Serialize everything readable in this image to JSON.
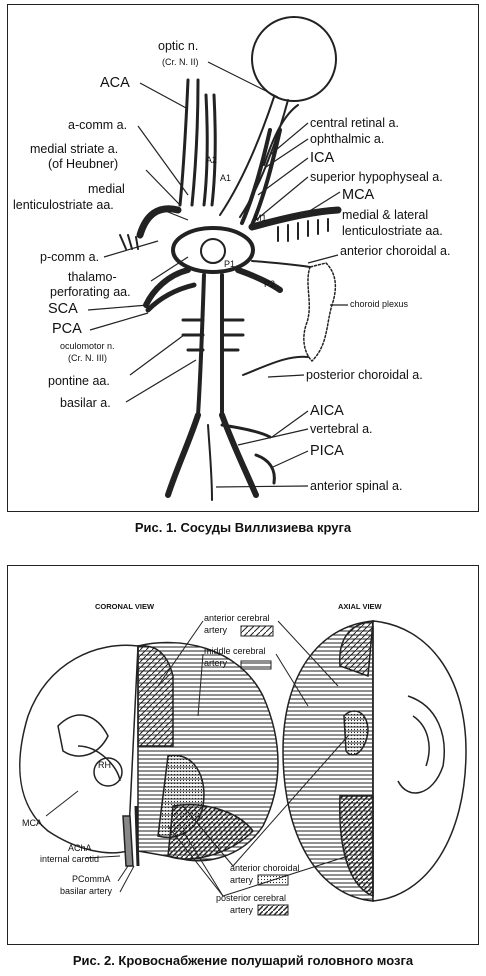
{
  "figure1": {
    "caption": "Рис. 1. Сосуды Виллизиева круга",
    "labels": {
      "optic_n": "optic n.",
      "optic_n2": "(Cr. N. II)",
      "aca": "ACA",
      "a_comm": "a-comm a.",
      "medial_striate": "medial striate a.",
      "medial_striate2": "(of Heubner)",
      "medial": "medial",
      "lenticulostriate": "lenticulostriate aa.",
      "p_comm": "p-comm a.",
      "thalamo": "thalamo-",
      "perforating": "perforating aa.",
      "sca": "SCA",
      "pca": "PCA",
      "oculomotor": "oculomotor n.",
      "oculomotor2": "(Cr. N. III)",
      "pontine": "pontine aa.",
      "basilar": "basilar a.",
      "central_retinal": "central retinal a.",
      "ophthalmic": "ophthalmic a.",
      "ica": "ICA",
      "sup_hypophyseal": "superior hypophyseal a.",
      "mca": "MCA",
      "medial_lateral": "medial & lateral",
      "lenticulostriate2": "lenticulostriate aa.",
      "ant_choroidal": "anterior choroidal a.",
      "choroid_plexus": "choroid plexus",
      "post_choroidal": "posterior choroidal a.",
      "aica": "AICA",
      "vertebral": "vertebral a.",
      "pica": "PICA",
      "ant_spinal": "anterior spinal a.",
      "a1": "A1",
      "a2": "A2",
      "m1": "M1",
      "p1": "P1",
      "p2": "P2"
    }
  },
  "figure2": {
    "caption": "Рис. 2. Кровоснабжение полушарий головного мозга",
    "labels": {
      "coronal": "CORONAL VIEW",
      "axial": "AXIAL VIEW",
      "aca1": "anterior cerebral",
      "aca2": "artery",
      "mca1": "middle cerebral",
      "mca2": "artery",
      "mca": "MCA",
      "rh": "RH",
      "acha": "AChA",
      "internal_carotid": "internal carotid",
      "pcomma": "PCommA",
      "basilar_artery": "basilar artery",
      "ach1": "anterior choroidal",
      "ach2": "artery",
      "pca1": "posterior cerebral",
      "pca2": "artery"
    }
  }
}
